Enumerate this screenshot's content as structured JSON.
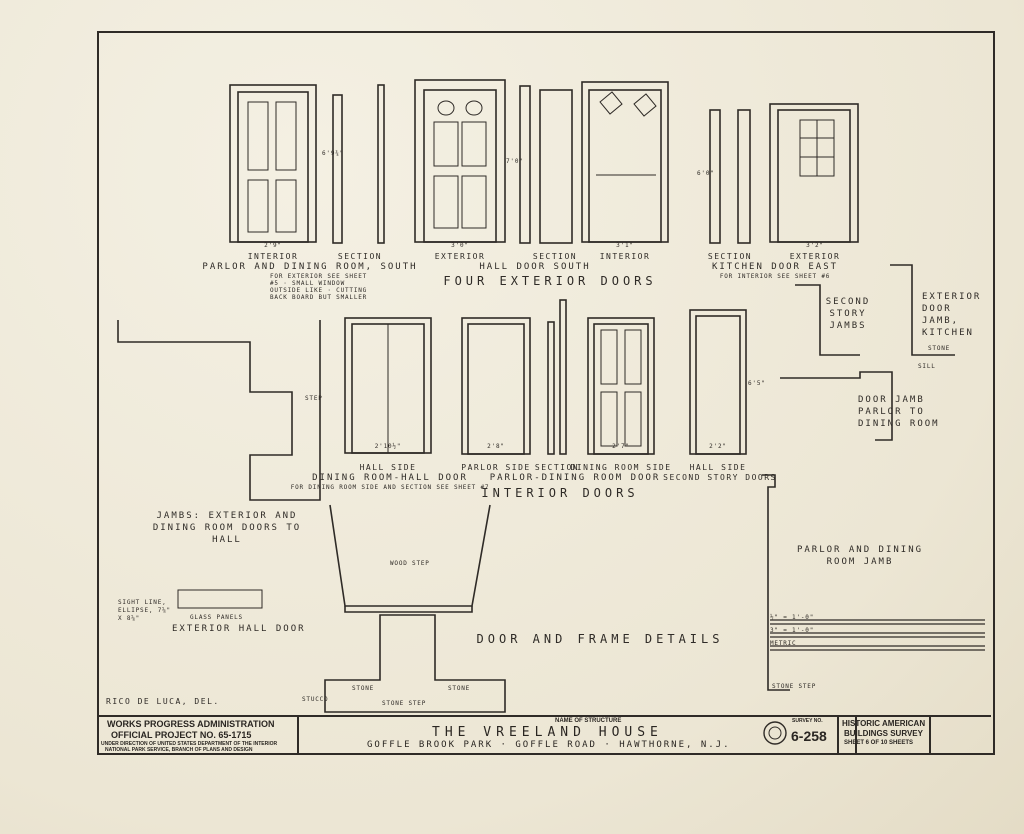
{
  "drawing": {
    "section_headings": {
      "four_exterior_doors": "FOUR EXTERIOR DOORS",
      "interior_doors": "INTERIOR DOORS",
      "door_and_frame_details": "DOOR AND FRAME DETAILS"
    },
    "exterior_doors": [
      {
        "view": "INTERIOR",
        "title": "PARLOR AND DINING ROOM, SOUTH",
        "width_dim": "2'9\"",
        "height_dim": "6'9¾\"",
        "note": "FOR EXTERIOR SEE SHEET #5 · SMALL WINDOW OUTSIDE LIKE · CUTTING BACK BOARD BUT SMALLER"
      },
      {
        "view": "SECTION"
      },
      {
        "view": "EXTERIOR",
        "title": "HALL DOOR SOUTH",
        "width_dim": "3'0\"",
        "height_dim": "7'0\""
      },
      {
        "view": "SECTION"
      },
      {
        "view": "INTERIOR",
        "width_dim": "3'1\""
      },
      {
        "view": "SECTION",
        "title": "KITCHEN DOOR EAST",
        "height_dim": "6'0\""
      },
      {
        "view": "EXTERIOR",
        "width_dim": "3'2\"",
        "note": "FOR INTERIOR SEE SHEET #6"
      }
    ],
    "interior_doors": [
      {
        "view": "HALL SIDE",
        "title": "DINING ROOM-HALL DOOR",
        "width_dim": "2'10½\"",
        "note": "FOR DINING ROOM SIDE AND SECTION SEE SHEET #7"
      },
      {
        "view": "PARLOR SIDE",
        "width_dim": "2'8\""
      },
      {
        "view": "SECTION",
        "title": "PARLOR-DINING ROOM DOOR"
      },
      {
        "view": "DINING ROOM SIDE",
        "width_dim": "2'7\""
      },
      {
        "view": "HALL SIDE",
        "title": "SECOND STORY DOORS",
        "width_dim": "2'2\"",
        "height_dim": "6'5\""
      }
    ],
    "detail_labels": {
      "second_story_jambs": "SECOND STORY JAMBS",
      "exterior_door_jamb_kitchen": "EXTERIOR DOOR JAMB, KITCHEN",
      "door_jamb_parlor_dining": "DOOR JAMB PARLOR TO DINING ROOM",
      "jambs_exterior_dining": "JAMBS: EXTERIOR AND DINING ROOM DOORS TO HALL",
      "parlor_dining_jamb": "PARLOR AND DINING ROOM JAMB",
      "sight_line": "SIGHT LINE, ELLIPSE, 7⅝\" x 8⅝\"",
      "glass_panels": "GLASS PANELS",
      "exterior_hall_door": "EXTERIOR HALL DOOR",
      "stone": "STONE",
      "stone_step": "STONE STEP",
      "sill": "SILL",
      "step": "STEP",
      "wood_step": "WOOD STEP",
      "stucco": "STUCCO"
    },
    "scales": [
      {
        "label": "½\" = 1'-0\""
      },
      {
        "label": "3\" = 1'-0\""
      },
      {
        "label": "METRIC"
      }
    ],
    "delineator": "RICO DE LUCA, DEL."
  },
  "title_block": {
    "agency_line1": "WORKS PROGRESS ADMINISTRATION",
    "agency_line2": "OFFICIAL PROJECT NO. 65-1715",
    "agency_line3": "UNDER DIRECTION OF UNITED STATES DEPARTMENT OF THE INTERIOR",
    "agency_line4": "NATIONAL PARK SERVICE, BRANCH OF PLANS AND DESIGN",
    "structure_label": "NAME OF STRUCTURE",
    "structure_name": "THE VREELAND HOUSE",
    "location": "GOFFLE BROOK PARK · GOFFLE ROAD · HAWTHORNE, N.J.",
    "survey_label": "SURVEY NO.",
    "survey_no": "6-258",
    "habs_line1": "HISTORIC AMERICAN",
    "habs_line2": "BUILDINGS SURVEY",
    "sheet_info": "SHEET 6 OF 10 SHEETS"
  }
}
